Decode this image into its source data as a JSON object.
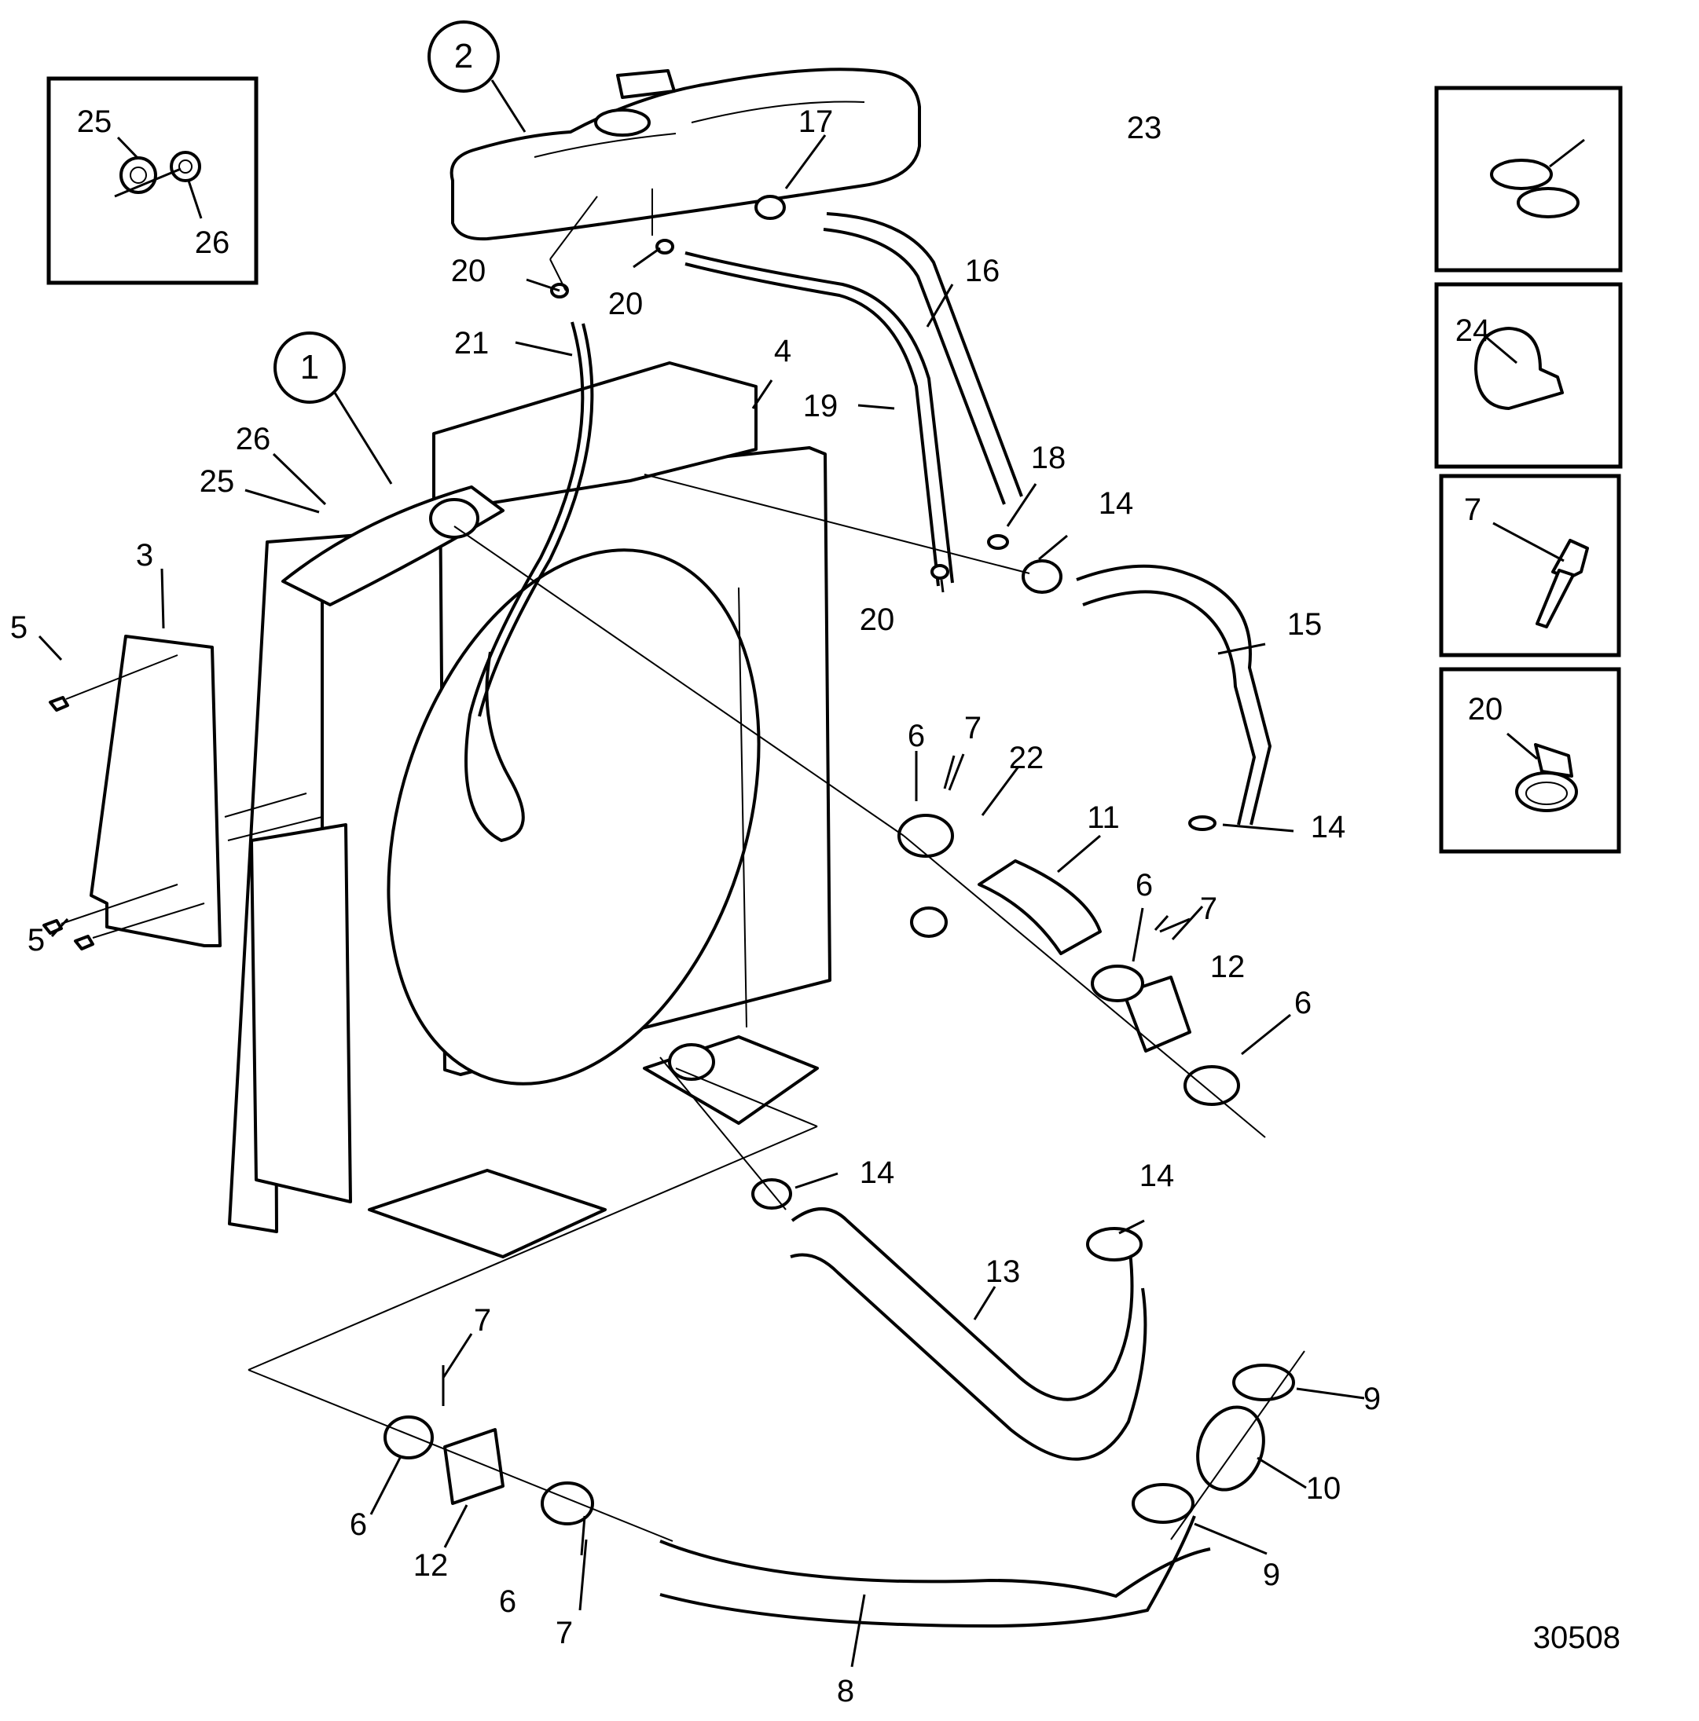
{
  "diagram_number": "30508",
  "callouts": {
    "c1": "1",
    "c2": "2",
    "c3": "3",
    "c4": "4",
    "c5a": "5",
    "c5b": "5",
    "c6a": "6",
    "c6b": "6",
    "c6c": "6",
    "c6d": "6",
    "c6e": "6",
    "c7a": "7",
    "c7b": "7",
    "c7c": "7",
    "c7d": "7",
    "c7inset": "7",
    "c8": "8",
    "c9a": "9",
    "c9b": "9",
    "c10": "10",
    "c11": "11",
    "c12a": "12",
    "c12b": "12",
    "c13": "13",
    "c14a": "14",
    "c14b": "14",
    "c14c": "14",
    "c14d": "14",
    "c15": "15",
    "c16": "16",
    "c17": "17",
    "c18": "18",
    "c19": "19",
    "c20a": "20",
    "c20b": "20",
    "c20c": "20",
    "c20inset": "20",
    "c21": "21",
    "c22": "22",
    "c23": "23",
    "c24": "24",
    "c25inset": "25",
    "c25": "25",
    "c26inset": "26",
    "c26": "26"
  }
}
